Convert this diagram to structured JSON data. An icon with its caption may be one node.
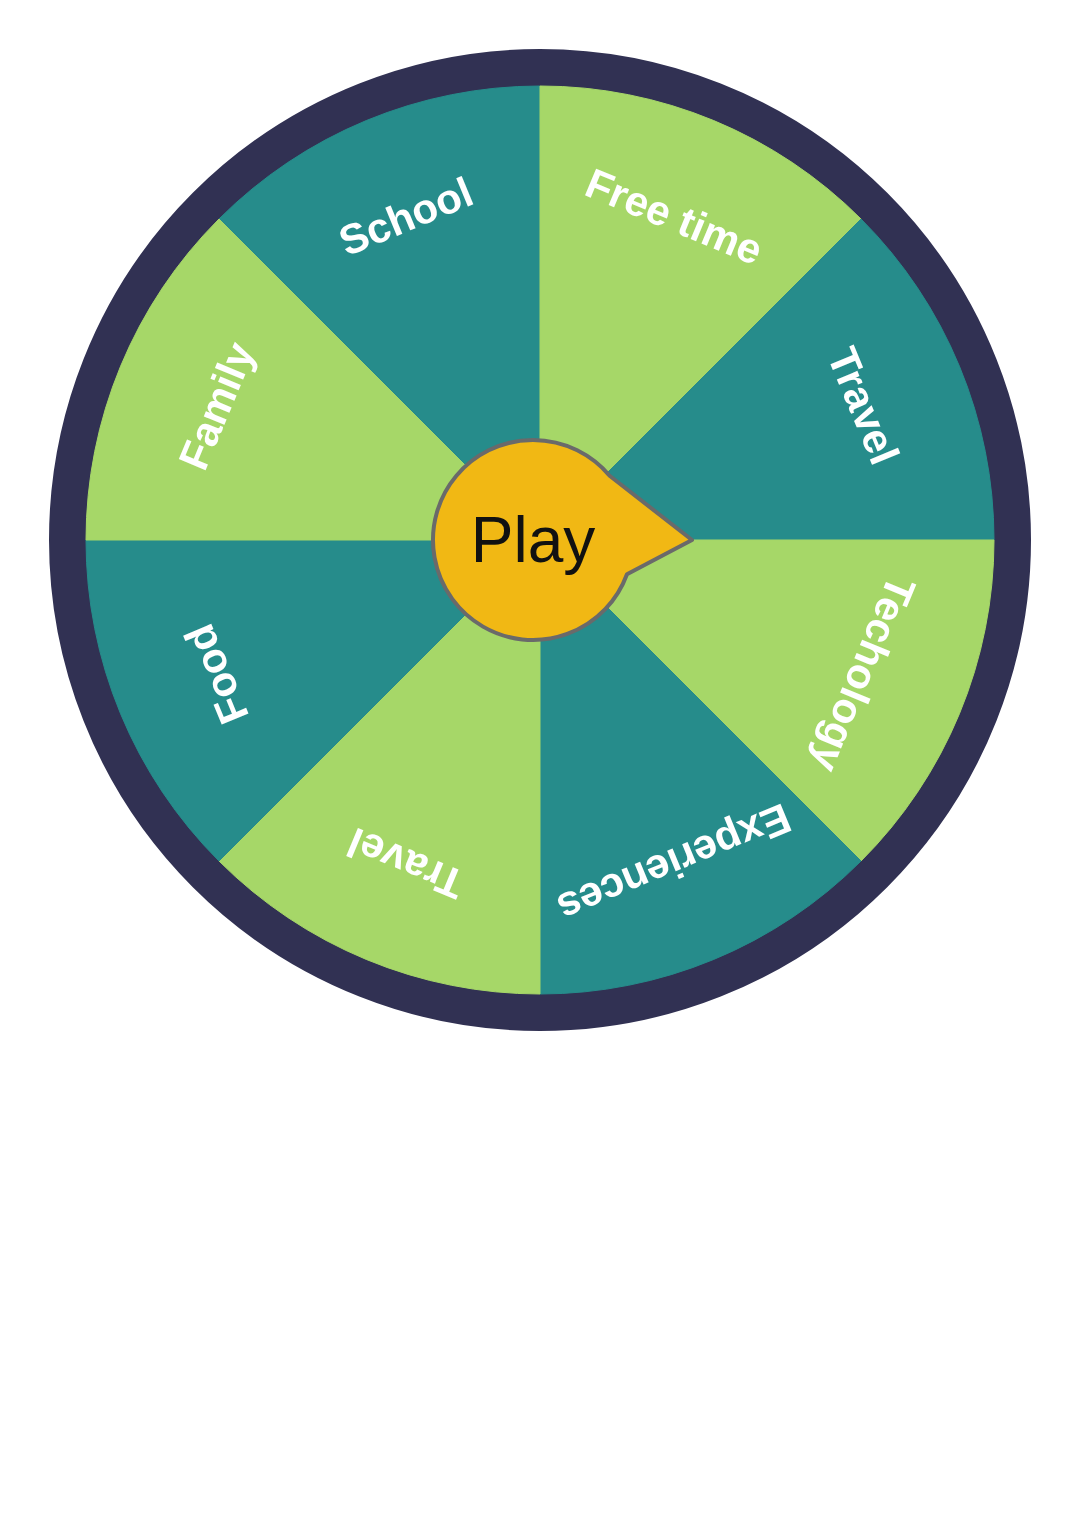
{
  "diagram": {
    "nodes": [
      {
        "text": [
          "School"
        ]
      },
      {
        "text": [
          "Free time"
        ]
      },
      {
        "text": [
          "Travel"
        ]
      },
      {
        "text": [
          "Techology"
        ]
      },
      {
        "text": [
          "Experiences"
        ]
      },
      {
        "text": [
          "Travel"
        ]
      },
      {
        "text": [
          "Food"
        ]
      },
      {
        "text": [
          "Family"
        ]
      },
      {
        "text": [
          "Play"
        ]
      }
    ]
  }
}
